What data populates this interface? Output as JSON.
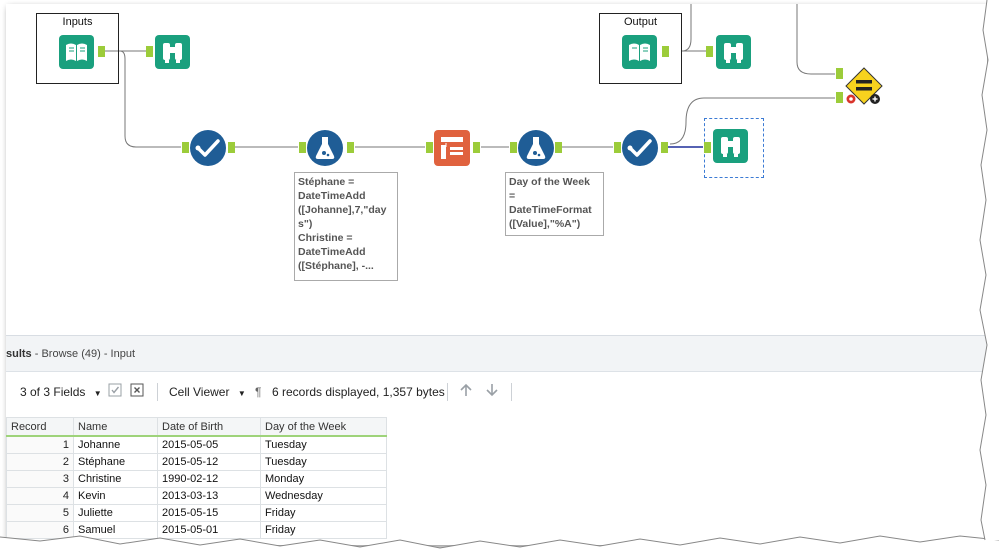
{
  "canvas": {
    "inputs_container_title": "Inputs",
    "output_container_title": "Output",
    "annotation_formula_1": "Stéphane =\nDateTimeAdd\n([Johanne],7,\"day\ns\")\nChristine =\nDateTimeAdd\n([Stéphane], -...",
    "annotation_formula_2": "Day of the Week\n=\nDateTimeFormat\n([Value],\"%A\")",
    "colors": {
      "tool_teal": "#1aa07e",
      "tool_blue": "#1f5d96",
      "tool_orange": "#e0623e",
      "test_yellow": "#f7d21e",
      "anchor_green": "#9ccc3a"
    }
  },
  "results": {
    "title_prefix": "sults",
    "title_suffix": " - Browse (49) - Input"
  },
  "toolbar": {
    "fields_label": "3 of 3 Fields",
    "cell_viewer_label": "Cell Viewer",
    "pilcrow": "¶",
    "records_info": "6 records displayed, 1,357 bytes"
  },
  "table": {
    "headers": [
      "Record",
      "Name",
      "Date of Birth",
      "Day of the Week"
    ],
    "rows": [
      [
        "1",
        "Johanne",
        "2015-05-05",
        "Tuesday"
      ],
      [
        "2",
        "Stéphane",
        "2015-05-12",
        "Tuesday"
      ],
      [
        "3",
        "Christine",
        "1990-02-12",
        "Monday"
      ],
      [
        "4",
        "Kevin",
        "2013-03-13",
        "Wednesday"
      ],
      [
        "5",
        "Juliette",
        "2015-05-15",
        "Friday"
      ],
      [
        "6",
        "Samuel",
        "2015-05-01",
        "Friday"
      ]
    ]
  }
}
